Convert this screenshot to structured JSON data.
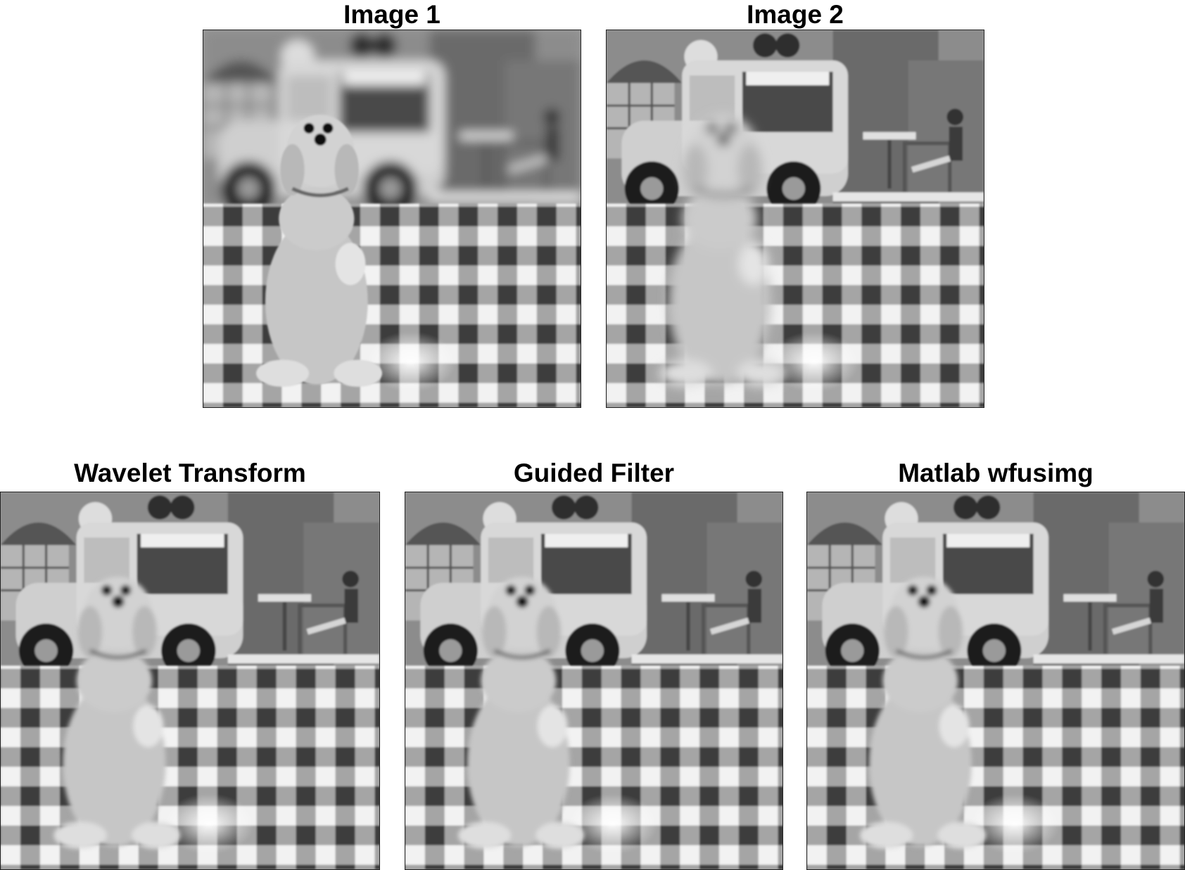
{
  "panels": [
    {
      "title": "Image 1",
      "focus": "dog"
    },
    {
      "title": "Image 2",
      "focus": "truck"
    },
    {
      "title": "Wavelet Transform",
      "focus": "fused"
    },
    {
      "title": "Guided Filter",
      "focus": "fused"
    },
    {
      "title": "Matlab wfusimg",
      "focus": "fused"
    }
  ]
}
